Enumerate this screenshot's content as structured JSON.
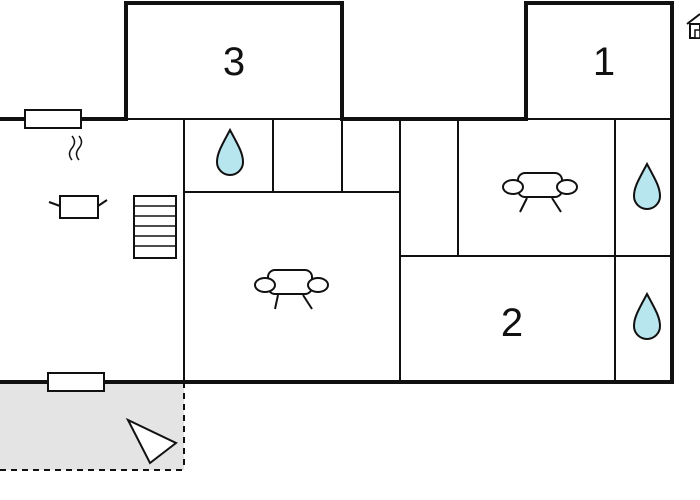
{
  "floor_plan": {
    "room_numbers": [
      "3",
      "1",
      "2"
    ],
    "symbols": [
      "kitchen-pot-icon",
      "staircase-icon",
      "sofa-icon",
      "water-drop-icon",
      "window-icon",
      "north-arrow-icon",
      "house-icon"
    ],
    "colors": {
      "wall": "#111111",
      "background": "#ffffff",
      "terrace_fill": "#e4e4e4",
      "water": "#b8e6ef"
    }
  }
}
